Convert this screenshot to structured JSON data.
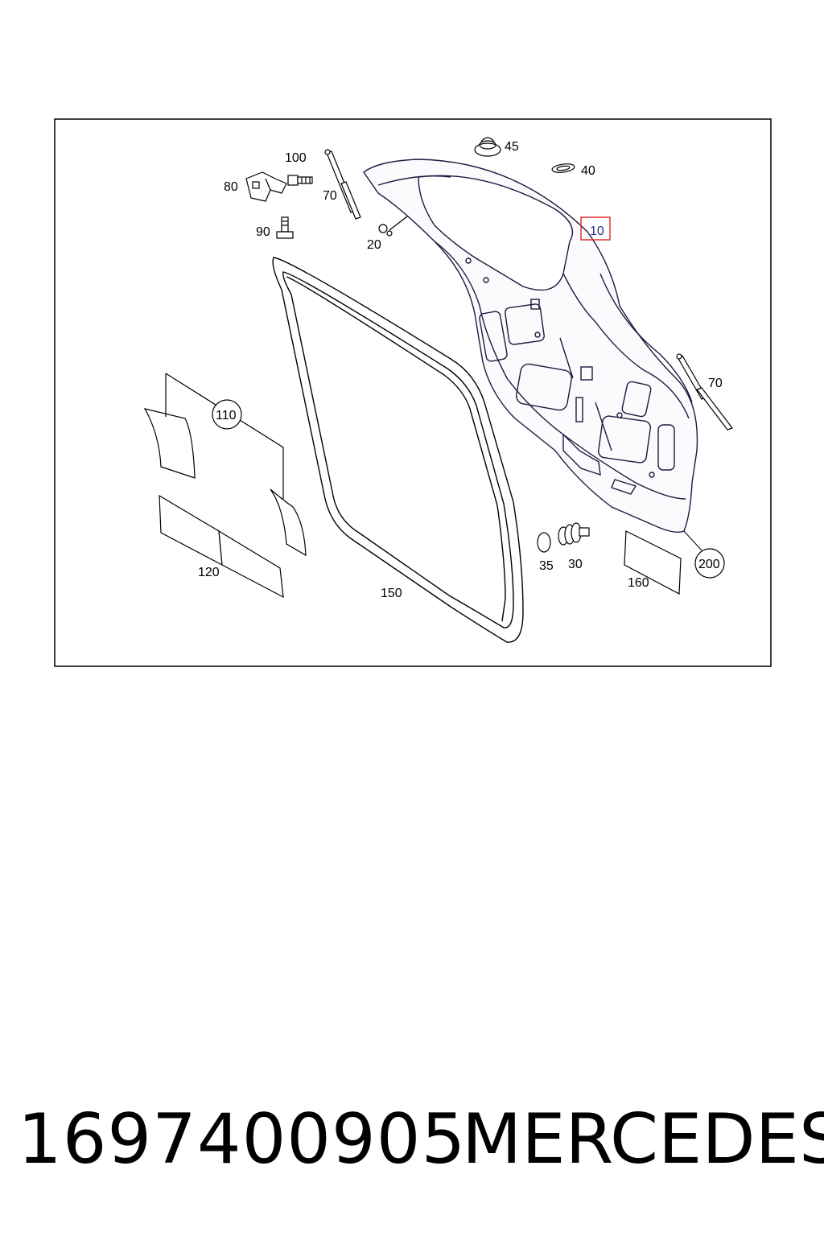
{
  "diagram": {
    "callouts": {
      "c45": "45",
      "c40": "40",
      "c100": "100",
      "c80": "80",
      "c70a": "70",
      "c90": "90",
      "c20": "20",
      "c10": "10",
      "c70b": "70",
      "c110": "110",
      "c120": "120",
      "c150": "150",
      "c35": "35",
      "c30": "30",
      "c160": "160",
      "c200": "200"
    },
    "highlight_color": "#e03030"
  },
  "footer": {
    "part_number": "1697400905",
    "brand": "MERCEDES"
  }
}
